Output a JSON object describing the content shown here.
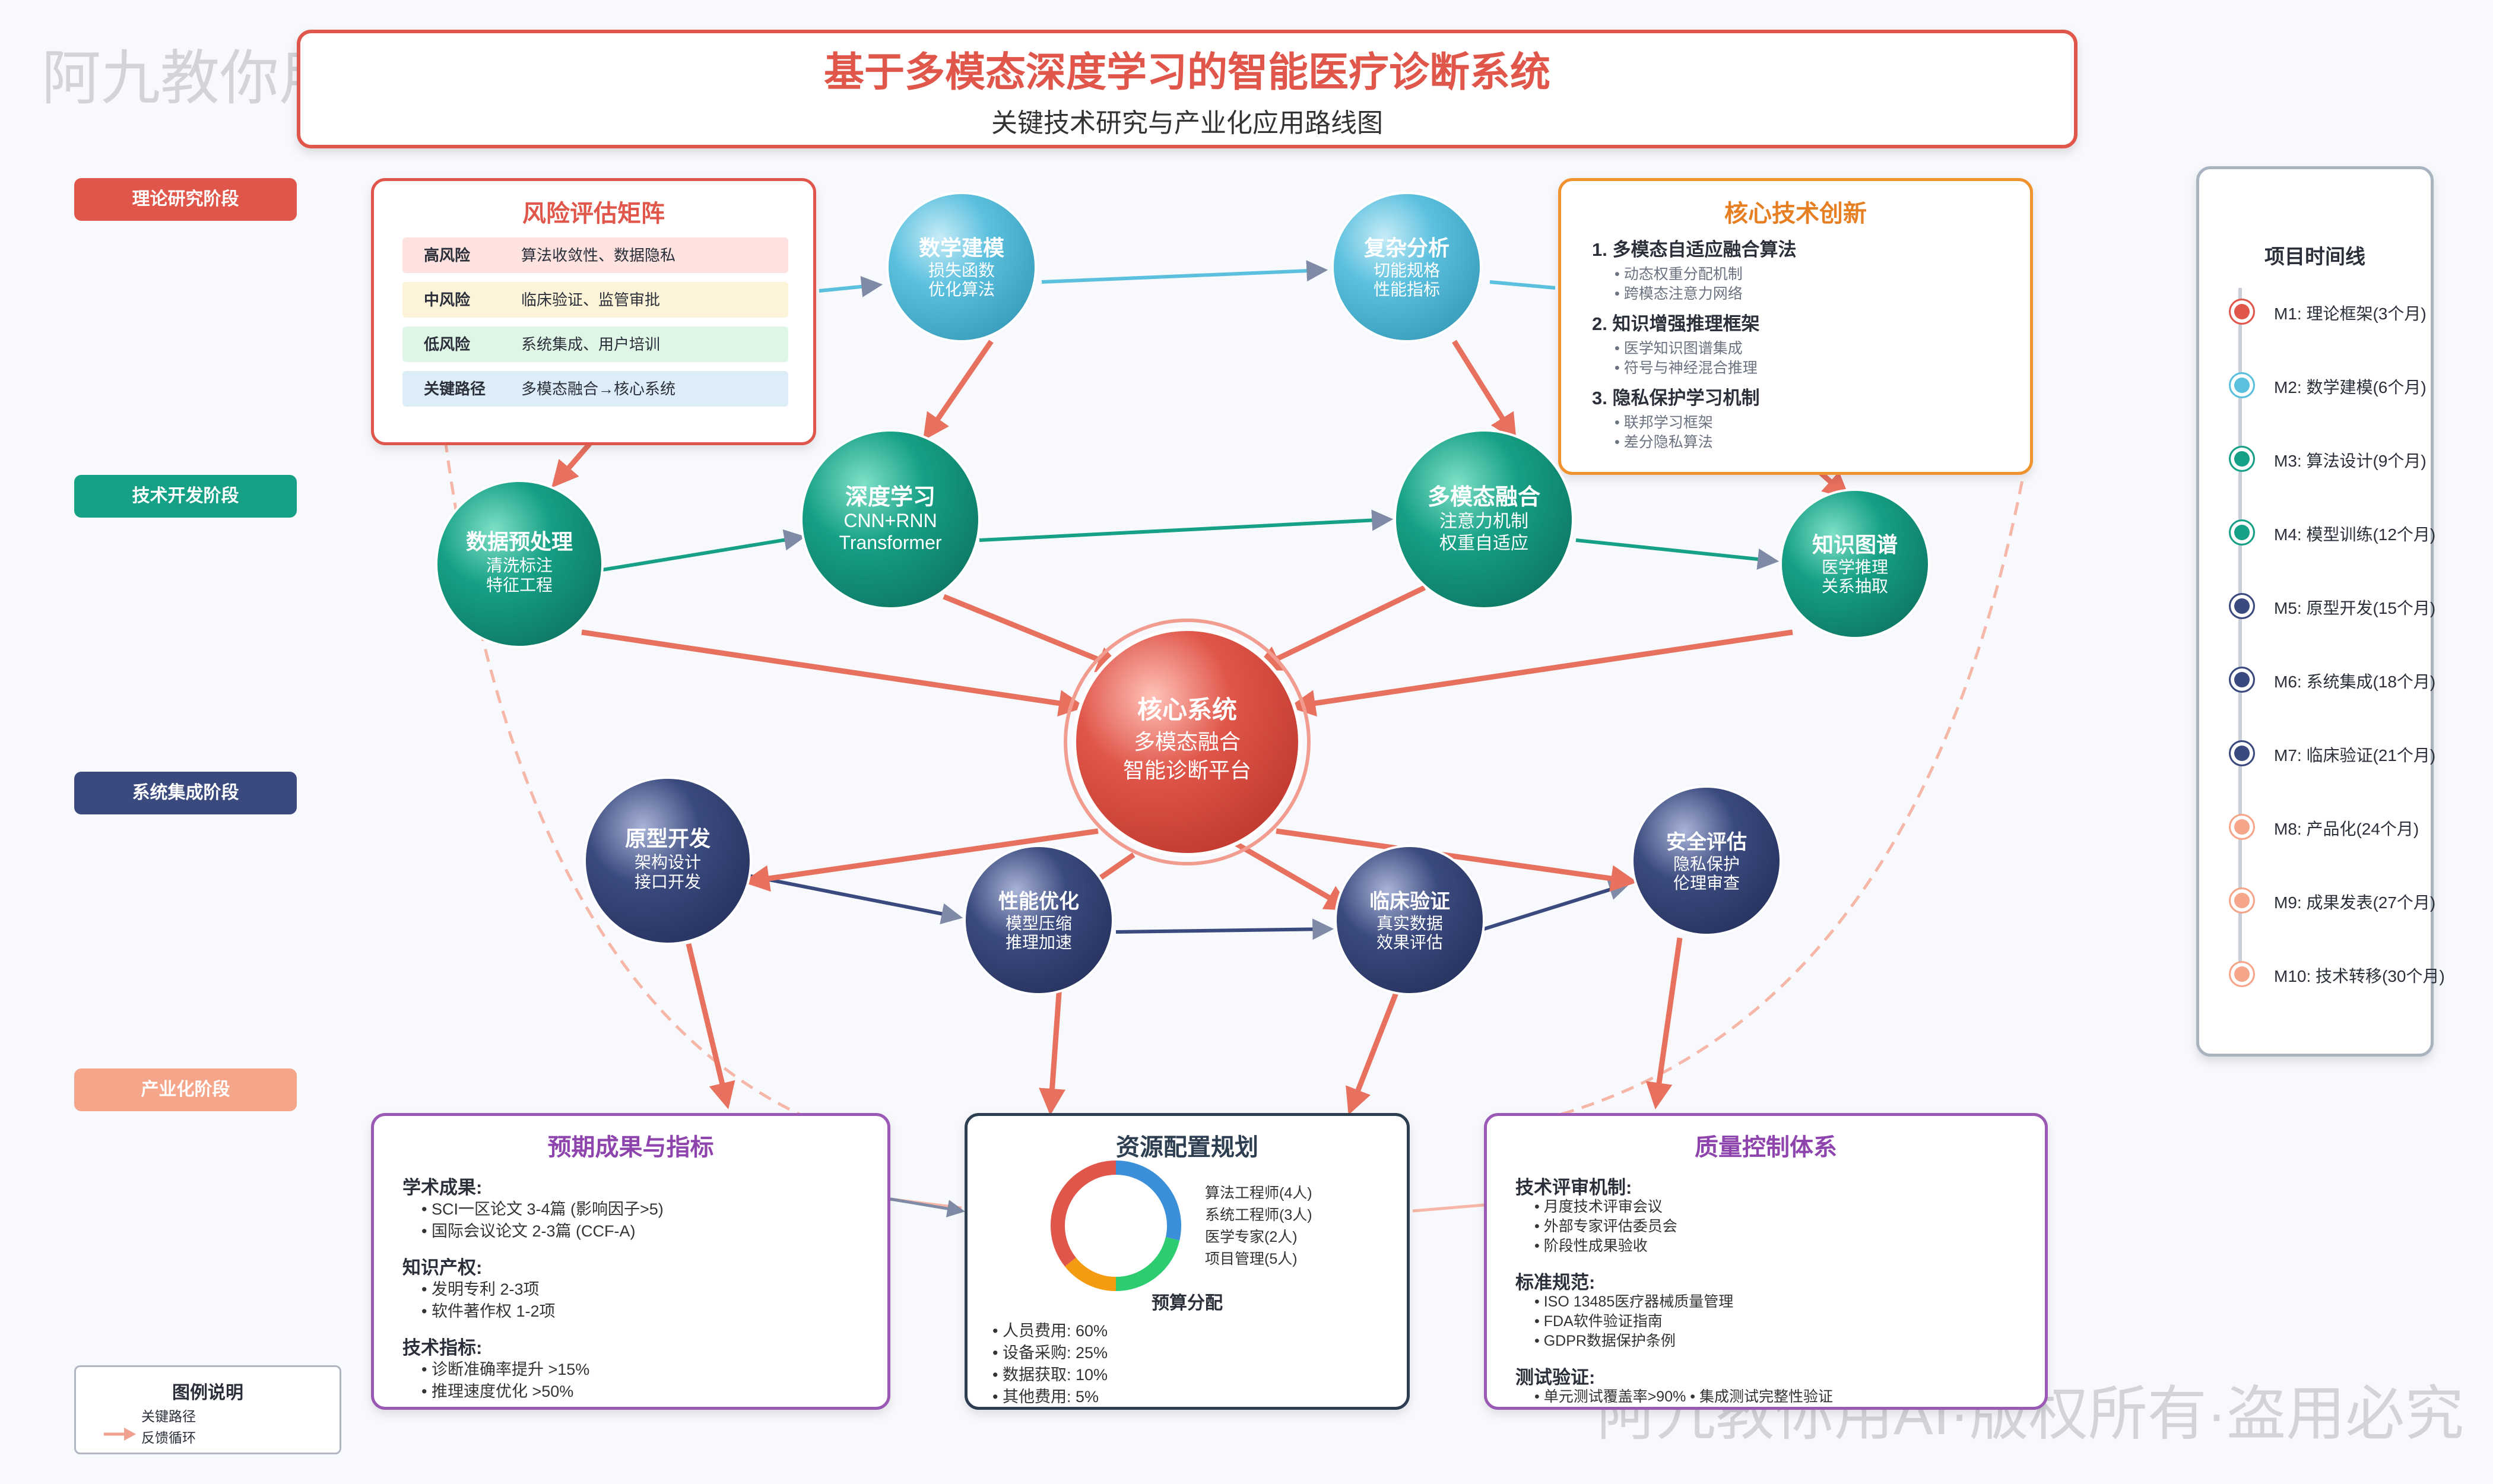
{
  "watermark": "阿九教你用AI·版权所有·盗用必究",
  "title": {
    "main": "基于多模态深度学习的智能医疗诊断系统",
    "sub": "关键技术研究与产业化应用路线图"
  },
  "stages": [
    {
      "label": "理论研究阶段",
      "color": "#e0564a"
    },
    {
      "label": "技术开发阶段",
      "color": "#16a085"
    },
    {
      "label": "系统集成阶段",
      "color": "#3b4a7e"
    },
    {
      "label": "产业化阶段",
      "color": "#f4a58a"
    }
  ],
  "risk_matrix": {
    "title": "风险评估矩阵",
    "rows": [
      {
        "level": "高风险",
        "desc": "算法收敛性、数据隐私",
        "color": "#fde2e0"
      },
      {
        "level": "中风险",
        "desc": "临床验证、监管审批",
        "color": "#fdf3d8"
      },
      {
        "level": "低风险",
        "desc": "系统集成、用户培训",
        "color": "#dff5e6"
      },
      {
        "level": "关键路径",
        "desc": "多模态融合→核心系统",
        "color": "#dcedf8"
      }
    ]
  },
  "innovation": {
    "title": "核心技术创新",
    "items": [
      {
        "heading": "1. 多模态自适应融合算法",
        "subs": [
          "• 动态权重分配机制",
          "• 跨模态注意力网络"
        ]
      },
      {
        "heading": "2. 知识增强推理框架",
        "subs": [
          "• 医学知识图谱集成",
          "• 符号与神经混合推理"
        ]
      },
      {
        "heading": "3. 隐私保护学习机制",
        "subs": [
          "• 联邦学习框架",
          "• 差分隐私算法"
        ]
      }
    ]
  },
  "nodes": {
    "math": {
      "title": "数学建模",
      "lines": [
        "损失函数",
        "优化算法"
      ],
      "color": "#5bc0de"
    },
    "complex": {
      "title": "复杂分析",
      "lines": [
        "切能规格",
        "性能指标"
      ],
      "color": "#5bc0de"
    },
    "preprocess": {
      "title": "数据预处理",
      "lines": [
        "清洗标注",
        "特征工程"
      ],
      "color": "#16a085"
    },
    "deep": {
      "title": "深度学习",
      "lines": [
        "CNN+RNN",
        "Transformer"
      ],
      "color": "#16a085"
    },
    "fusion": {
      "title": "多模态融合",
      "lines": [
        "注意力机制",
        "权重自适应"
      ],
      "color": "#16a085"
    },
    "kg": {
      "title": "知识图谱",
      "lines": [
        "医学推理",
        "关系抽取"
      ],
      "color": "#16a085"
    },
    "core": {
      "title": "核心系统",
      "lines": [
        "多模态融合",
        "智能诊断平台"
      ],
      "color": "#e0564a"
    },
    "proto": {
      "title": "原型开发",
      "lines": [
        "架构设计",
        "接口开发"
      ],
      "color": "#3b4a7e"
    },
    "perf": {
      "title": "性能优化",
      "lines": [
        "模型压缩",
        "推理加速"
      ],
      "color": "#3b4a7e"
    },
    "clinical": {
      "title": "临床验证",
      "lines": [
        "真实数据",
        "效果评估"
      ],
      "color": "#3b4a7e"
    },
    "security": {
      "title": "安全评估",
      "lines": [
        "隐私保护",
        "伦理审查"
      ],
      "color": "#3b4a7e"
    }
  },
  "results": {
    "title": "预期成果与指标",
    "sections": [
      {
        "heading": "学术成果:",
        "items": [
          "• SCI一区论文 3-4篇 (影响因子>5)",
          "• 国际会议论文 2-3篇 (CCF-A)"
        ]
      },
      {
        "heading": "知识产权:",
        "items": [
          "• 发明专利 2-3项",
          "• 软件著作权 1-2项"
        ]
      },
      {
        "heading": "技术指标:",
        "items": [
          "• 诊断准确率提升 >15%",
          "• 推理速度优化 >50%"
        ]
      }
    ]
  },
  "resources": {
    "title": "资源配置规划",
    "staff": [
      {
        "label": "算法工程师(4人)",
        "value": 4,
        "color": "#3b8fd9"
      },
      {
        "label": "系统工程师(3人)",
        "value": 3,
        "color": "#2ecc71"
      },
      {
        "label": "医学专家(2人)",
        "value": 2,
        "color": "#f39c12"
      },
      {
        "label": "项目管理(5人)",
        "value": 5,
        "color": "#e0564a"
      }
    ],
    "budget_title": "预算分配",
    "budget": [
      "• 人员费用: 60%",
      "• 设备采购: 25%",
      "• 数据获取: 10%",
      "• 其他费用: 5%"
    ]
  },
  "quality": {
    "title": "质量控制体系",
    "sections": [
      {
        "heading": "技术评审机制:",
        "items": [
          "• 月度技术评审会议",
          "• 外部专家评估委员会",
          "• 阶段性成果验收"
        ]
      },
      {
        "heading": "标准规范:",
        "items": [
          "• ISO 13485医疗器械质量管理",
          "• FDA软件验证指南",
          "• GDPR数据保护条例"
        ]
      },
      {
        "heading": "测试验证:",
        "items": [
          "• 单元测试覆盖率>90% • 集成测试完整性验证"
        ]
      }
    ]
  },
  "timeline": {
    "title": "项目时间线",
    "items": [
      {
        "label": "M1: 理论框架(3个月)",
        "color": "#e0564a"
      },
      {
        "label": "M2: 数学建模(6个月)",
        "color": "#5bc0de"
      },
      {
        "label": "M3: 算法设计(9个月)",
        "color": "#16a085"
      },
      {
        "label": "M4: 模型训练(12个月)",
        "color": "#16a085"
      },
      {
        "label": "M5: 原型开发(15个月)",
        "color": "#3b4a7e"
      },
      {
        "label": "M6: 系统集成(18个月)",
        "color": "#3b4a7e"
      },
      {
        "label": "M7: 临床验证(21个月)",
        "color": "#3b4a7e"
      },
      {
        "label": "M8: 产品化(24个月)",
        "color": "#f4a58a"
      },
      {
        "label": "M9: 成果发表(27个月)",
        "color": "#f4a58a"
      },
      {
        "label": "M10: 技术转移(30个月)",
        "color": "#f4a58a"
      }
    ]
  },
  "legend": {
    "title": "图例说明",
    "items": [
      "关键路径",
      "反馈循环"
    ]
  }
}
